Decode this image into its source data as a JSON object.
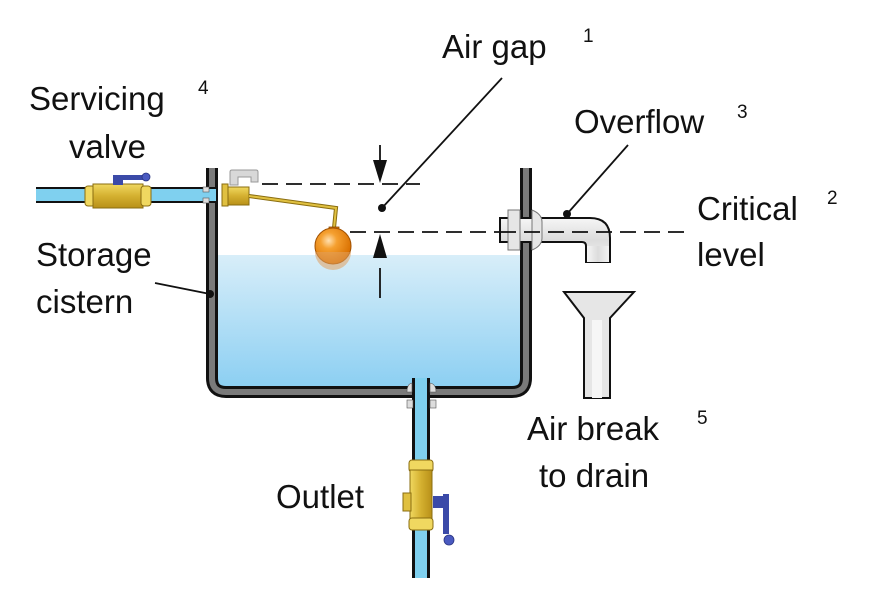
{
  "diagram": {
    "title": "Storage cistern air gap and air break diagram",
    "labels": {
      "air_gap": {
        "text": "Air gap",
        "ref": "1"
      },
      "critical_level": {
        "line1": "Critical",
        "line2": "level",
        "ref": "2"
      },
      "overflow": {
        "text": "Overflow",
        "ref": "3"
      },
      "servicing_valve": {
        "line1": "Servicing",
        "line2": "valve",
        "ref": "4"
      },
      "air_break": {
        "line1": "Air break",
        "line2": "to drain",
        "ref": "5"
      },
      "storage_cistern": {
        "line1": "Storage",
        "line2": "cistern"
      },
      "outlet": {
        "text": "Outlet"
      }
    },
    "colors": {
      "water_top": "#d6ecf8",
      "water_bottom": "#8fd0f2",
      "pipe_water": "#7fd0ef",
      "tank_wall": "#7a7a7a",
      "outline": "#111111",
      "brass": "#d8b830",
      "brass_dark": "#8a6d10",
      "handle": "#3b4aa8",
      "float": "#f08a10",
      "overflow_pipe": "#e8e8e8"
    }
  }
}
